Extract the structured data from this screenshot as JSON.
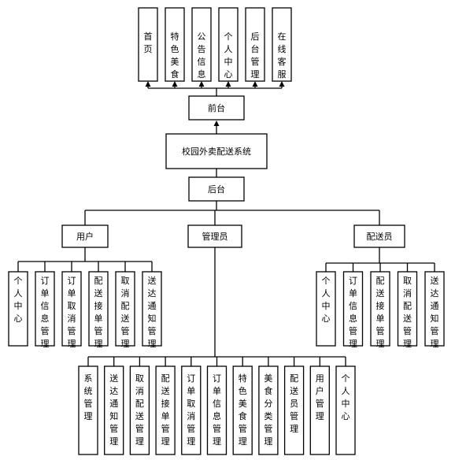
{
  "diagram": {
    "root": "校园外卖配送系统",
    "frontend": {
      "label": "前台",
      "children": [
        "首页",
        "特色美食",
        "公告信息",
        "个人中心",
        "后台管理",
        "在线客服"
      ]
    },
    "backend": {
      "label": "后台",
      "roles": [
        {
          "id": "user",
          "label": "用户",
          "children": [
            "个人中心",
            "订单信息管理",
            "订单取消管理",
            "配送接单管理",
            "取消配送管理",
            "送达通知管理"
          ]
        },
        {
          "id": "admin",
          "label": "管理员",
          "children": [
            "系统管理",
            "送达通知管理",
            "取消配送管理",
            "配送接单管理",
            "订单取消管理",
            "订单信息管理",
            "特色美食管理",
            "美食分类管理",
            "配送员管理",
            "用户管理",
            "个人中心"
          ]
        },
        {
          "id": "courier",
          "label": "配送员",
          "children": [
            "个人中心",
            "订单信息管理",
            "配送接单管理",
            "取消配送管理",
            "送达通知管理"
          ]
        }
      ]
    }
  }
}
